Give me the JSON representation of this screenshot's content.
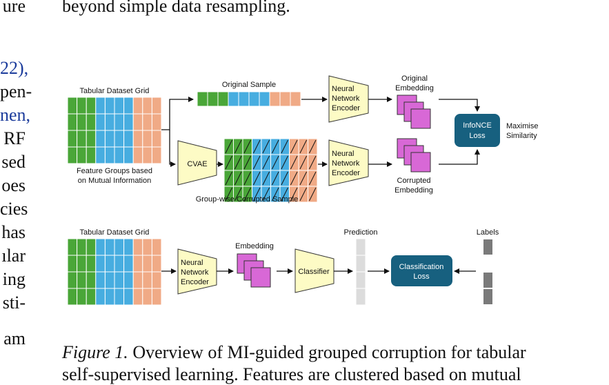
{
  "body_text": {
    "top_line": "beyond simple data resampling."
  },
  "left_column": [
    {
      "text": "ure",
      "link": false
    },
    {
      "text": "22),",
      "link": true
    },
    {
      "text": "pen-",
      "link": false
    },
    {
      "text": "nen,",
      "link": true
    },
    {
      "text": "RF",
      "link": false
    },
    {
      "text": "sed",
      "link": false
    },
    {
      "text": "oes",
      "link": false
    },
    {
      "text": "cies",
      "link": false
    },
    {
      "text": "has",
      "link": false
    },
    {
      "text": "ılar",
      "link": false
    },
    {
      "text": "ing",
      "link": false
    },
    {
      "text": "sti-",
      "link": false
    },
    {
      "text": "am",
      "link": false
    }
  ],
  "figure": {
    "top": {
      "grid_title": "Tabular Dataset Grid",
      "grid_caption_1": "Feature Groups based",
      "grid_caption_2": "on Mutual Information",
      "original_sample": "Original Sample",
      "encoder_line1": "Neural",
      "encoder_line2": "Network",
      "encoder_line3": "Encoder",
      "original_emb_1": "Original",
      "original_emb_2": "Embedding",
      "infonce_1": "InfoNCE",
      "infonce_2": "Loss",
      "maximise_1": "Maximise",
      "maximise_2": "Similarity",
      "cvae": "CVAE",
      "corrupted_sample": "Group-wise Corrupted Sample",
      "corrupted_emb_1": "Corrupted",
      "corrupted_emb_2": "Embedding"
    },
    "bottom": {
      "grid_title": "Tabular Dataset Grid",
      "embedding": "Embedding",
      "classifier": "Classifier",
      "prediction": "Prediction",
      "labels": "Labels",
      "class_loss_1": "Classification",
      "class_loss_2": "Loss"
    },
    "colors": {
      "green": "#4aa638",
      "blue": "#47ade0",
      "salmon": "#f0aa86",
      "encoder_fill": "#fdfbc5",
      "magenta": "#d868d6",
      "teal": "#17607f",
      "gray": "#dcdcdc",
      "dark_gray": "#7a7a7a"
    }
  },
  "caption": {
    "label": "Figure 1.",
    "text": " Overview of MI-guided grouped corruption for tabular",
    "line2": "self-supervised learning. Features are clustered based on mutual"
  }
}
